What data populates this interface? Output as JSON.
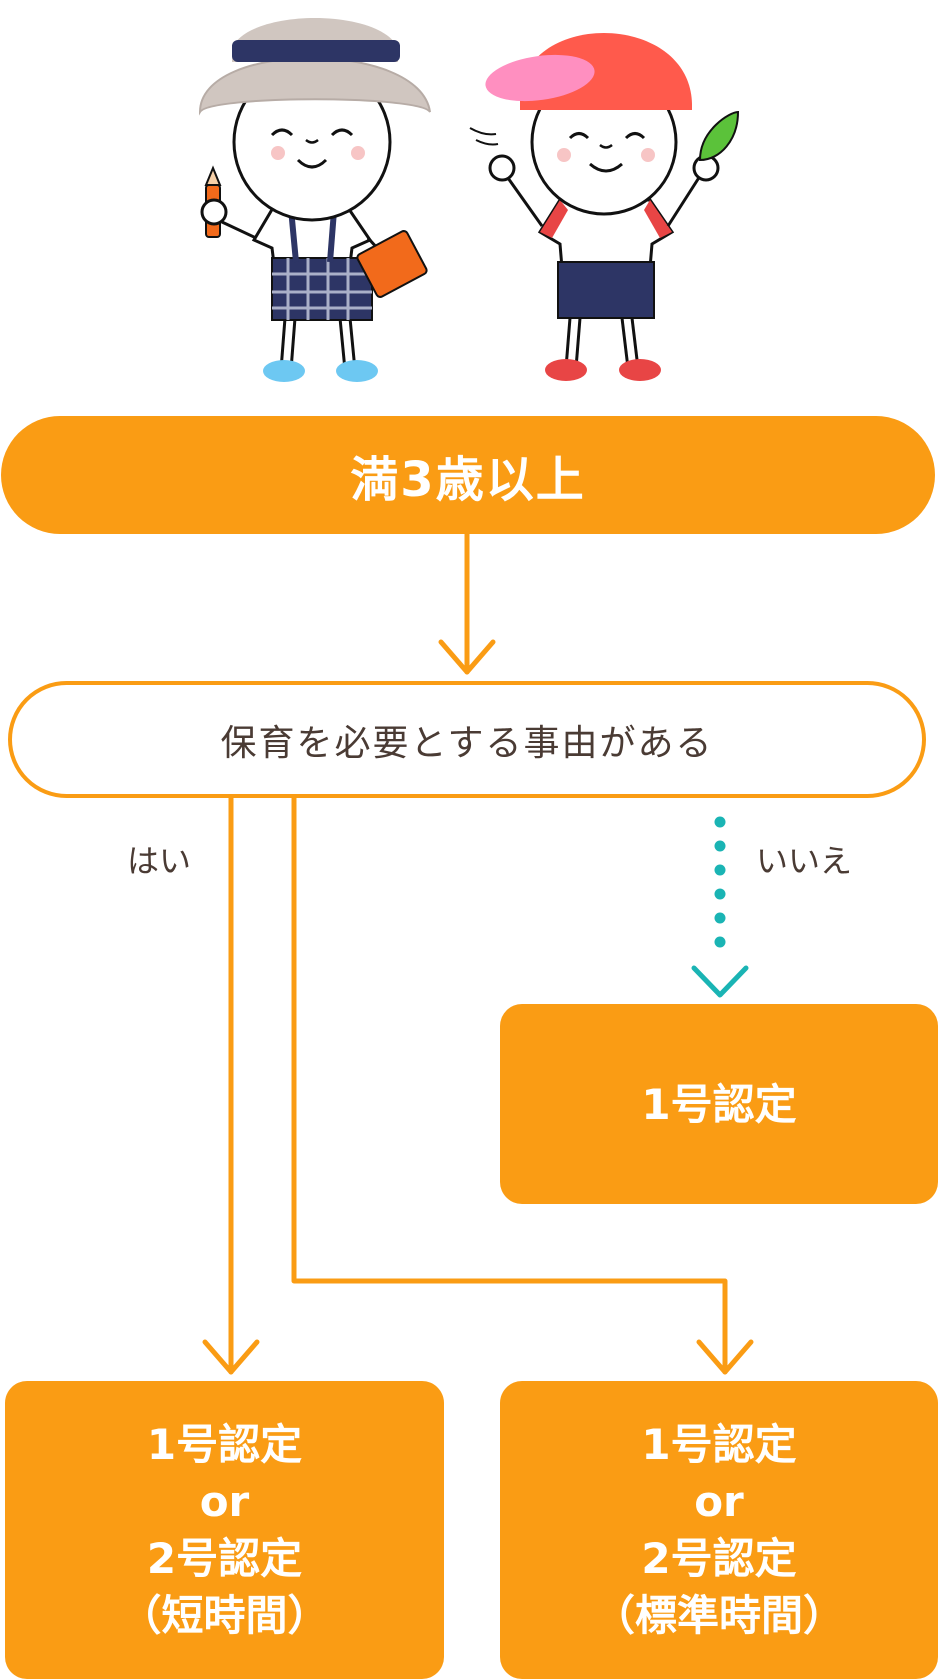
{
  "top_pill": {
    "label": "満3歳以上"
  },
  "question": {
    "label": "保育を必要とする事由がある"
  },
  "branches": {
    "yes": "はい",
    "no": "いいえ"
  },
  "result_no": {
    "line1": "1号認定"
  },
  "result_yes_short": {
    "line1": "1号認定",
    "line2": "or",
    "line3": "2号認定",
    "line4": "（短時間）"
  },
  "result_yes_standard": {
    "line1": "1号認定",
    "line2": "or",
    "line3": "2号認定",
    "line4": "（標準時間）"
  },
  "colors": {
    "orange": "#fa9c14",
    "teal": "#1ab4b4",
    "text": "#4a3b34"
  }
}
